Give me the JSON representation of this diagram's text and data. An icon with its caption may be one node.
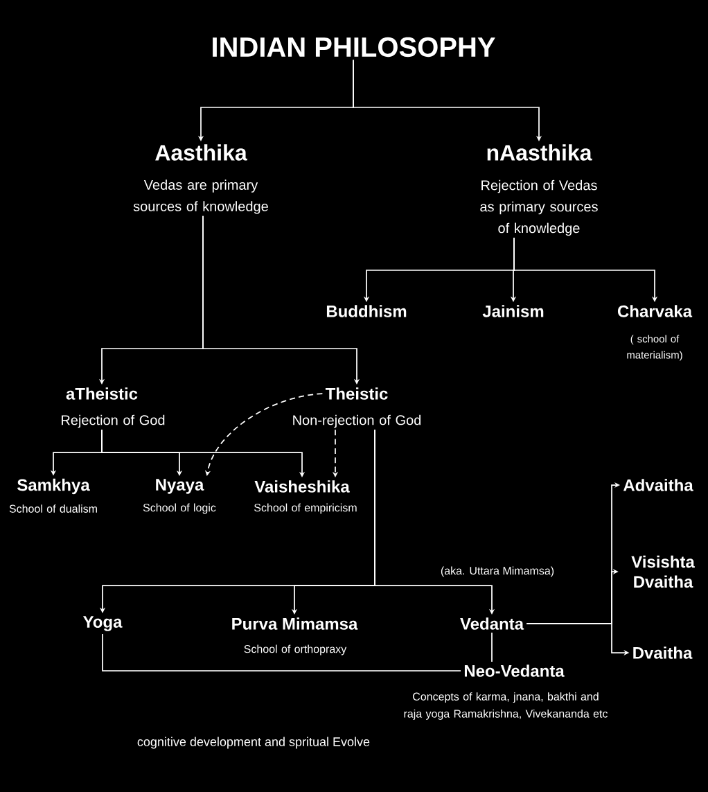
{
  "diagram": {
    "nodes": [
      {
        "text": [
          "INDIAN PHILOSOPHY"
        ]
      },
      {
        "text": [
          "Aasthika",
          "Vedas are primary sources of knowledge"
        ]
      },
      {
        "text": [
          "nAasthika",
          "Rejection of Vedas as primary sources of knowledge"
        ]
      },
      {
        "text": [
          "Buddhism"
        ]
      },
      {
        "text": [
          "Jainism"
        ]
      },
      {
        "text": [
          "Charvaka",
          "( school of materialism)"
        ]
      },
      {
        "text": [
          "aTheistic",
          "Rejection of God"
        ]
      },
      {
        "text": [
          "Theistic",
          "Non-rejection of God"
        ]
      },
      {
        "text": [
          "Samkhya",
          "School of dualism"
        ]
      },
      {
        "text": [
          "Nyaya",
          "School of logic"
        ]
      },
      {
        "text": [
          "Vaisheshika",
          "School of empiricism"
        ]
      },
      {
        "text": [
          "Yoga"
        ]
      },
      {
        "text": [
          "Purva Mimamsa",
          "School of orthopraxy"
        ]
      },
      {
        "text": [
          "Vedanta"
        ],
        "beside": [
          "(aka. Uttara Mimamsa)"
        ]
      },
      {
        "text": [
          "Neo-Vedanta",
          "Concepts of karma, jnana, bakthi and raja yoga Ramakrishna, Vivekananda etc"
        ]
      },
      {
        "text": [
          "Advaitha"
        ]
      },
      {
        "text": [
          "Visishta Dvaitha"
        ]
      },
      {
        "text": [
          "Dvaitha"
        ]
      }
    ],
    "edges": [
      {
        "from": 0,
        "to": 1,
        "arrow": "to"
      },
      {
        "from": 0,
        "to": 2,
        "arrow": "to"
      },
      {
        "from": 1,
        "to": 6,
        "arrow": "to"
      },
      {
        "from": 1,
        "to": 7,
        "arrow": "to"
      },
      {
        "from": 2,
        "to": 3,
        "arrow": "to"
      },
      {
        "from": 2,
        "to": 4,
        "arrow": "to"
      },
      {
        "from": 2,
        "to": 5,
        "arrow": "to"
      },
      {
        "from": 6,
        "to": 8,
        "arrow": "to"
      },
      {
        "from": 6,
        "to": 9,
        "arrow": "to"
      },
      {
        "from": 6,
        "to": 10,
        "arrow": "to"
      },
      {
        "from": 7,
        "to": 9,
        "arrow": "to",
        "style": "dashed"
      },
      {
        "from": 7,
        "to": 10,
        "arrow": "to",
        "style": "dashed"
      },
      {
        "from": 7,
        "to": 11,
        "arrow": "to"
      },
      {
        "from": 7,
        "to": 12,
        "arrow": "to"
      },
      {
        "from": 7,
        "to": 13,
        "arrow": "to"
      },
      {
        "from": 13,
        "to": 14,
        "arrow": "none"
      },
      {
        "from": 11,
        "to": 14,
        "arrow": "none"
      },
      {
        "from": 13,
        "to": 15,
        "arrow": "to"
      },
      {
        "from": 13,
        "to": 16,
        "arrow": "to"
      },
      {
        "from": 13,
        "to": 17,
        "arrow": "to"
      }
    ],
    "labels": [
      "cognitive development and spritual Evolve"
    ]
  }
}
